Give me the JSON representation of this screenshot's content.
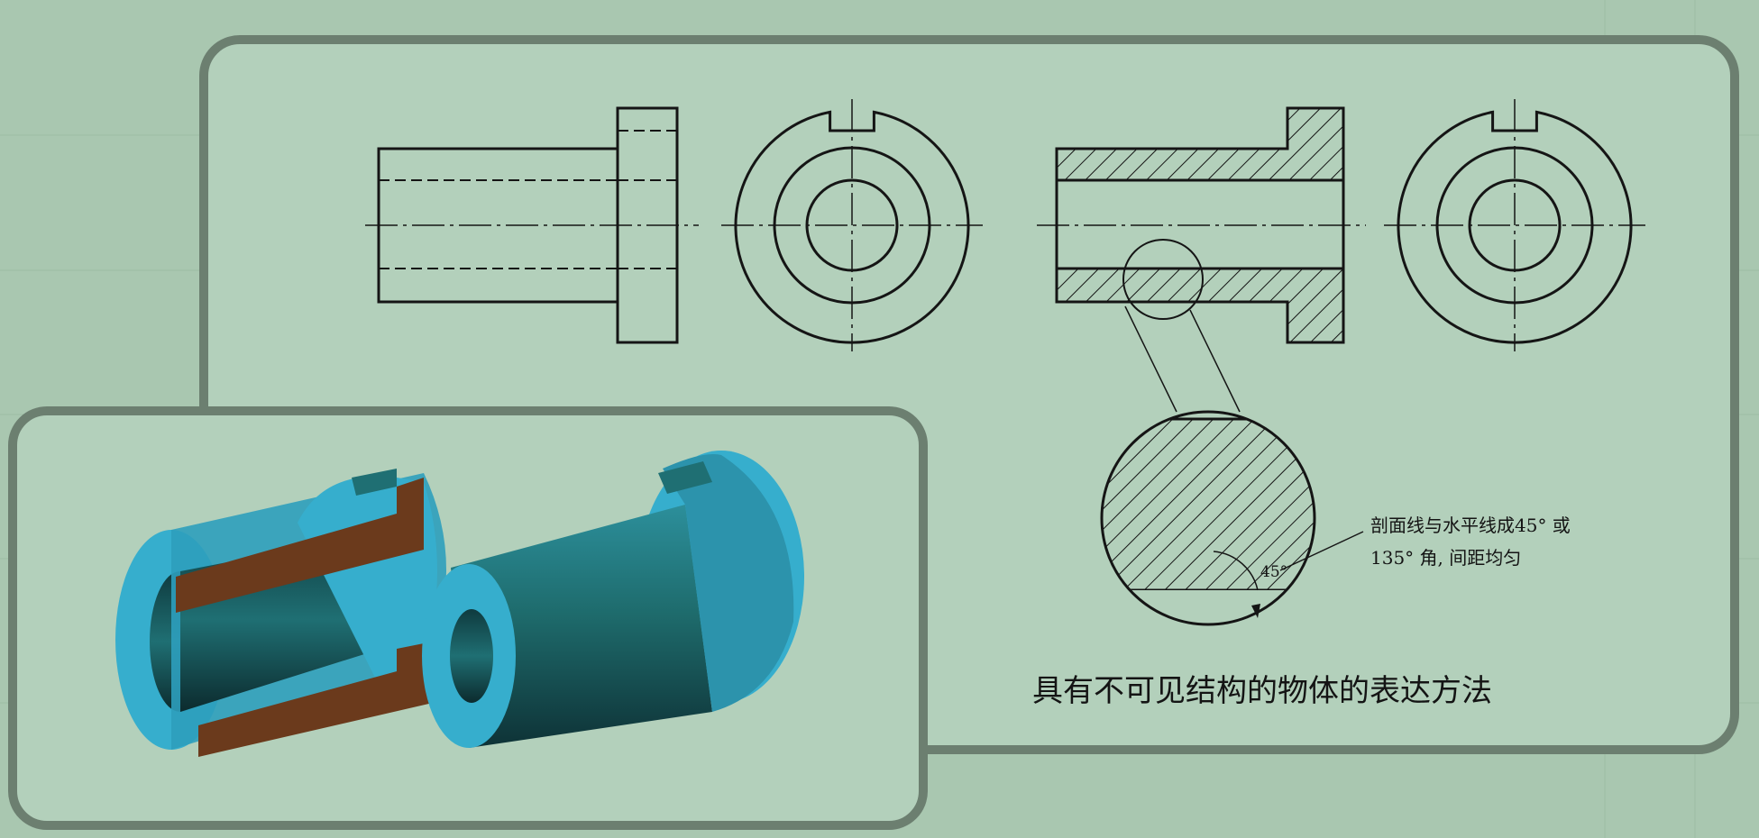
{
  "annotation": {
    "line1": "剖面线与水平线成45° 或",
    "line2": "135° 角, 间距均匀"
  },
  "angle_label": "45°",
  "caption": "具有不可见结构的物体的表达方法",
  "colors": {
    "page_bg": "#a9c7b0",
    "panel_fill": "#b3d0bb",
    "panel_border": "#6c7f70",
    "ink": "#151515",
    "model_cyan": "#36aecd",
    "model_cut": "#6b3a1c"
  }
}
